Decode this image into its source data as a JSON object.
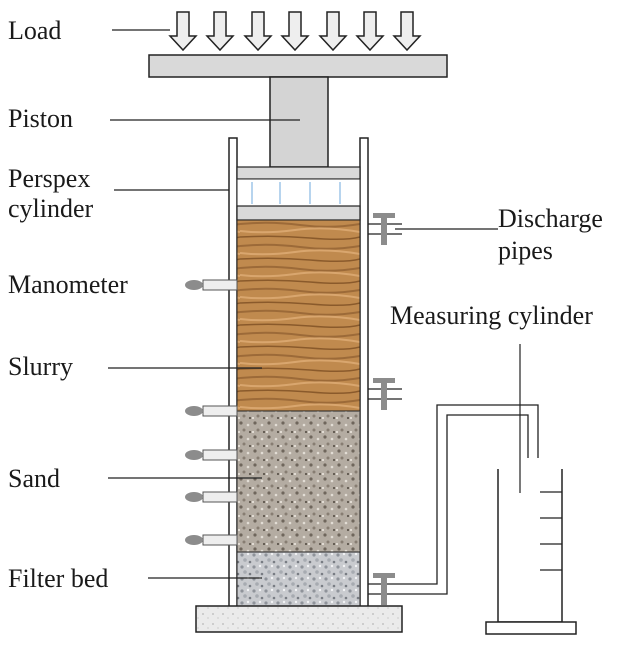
{
  "labels": {
    "load": "Load",
    "piston": "Piston",
    "perspex_line1": "Perspex",
    "perspex_line2": "cylinder",
    "manometer": "Manometer",
    "slurry": "Slurry",
    "sand": "Sand",
    "filter_bed": "Filter bed",
    "discharge_line1": "Discharge",
    "discharge_line2": "pipes",
    "measuring_cylinder": "Measuring cylinder"
  },
  "colors": {
    "outline": "#222222",
    "plate_fill": "#d9d9d9",
    "piston_fill": "#d4d4d4",
    "arrow_fill": "#eeeeee",
    "slurry_base": "#c08a4e",
    "slurry_grain": "#8a5a2b",
    "sand_base": "#b4aca2",
    "filter_base": "#c9cbcf",
    "base_block": "#ebebeb",
    "manometer_gray": "#8c8c8c",
    "water_line": "#6fa8dc"
  }
}
